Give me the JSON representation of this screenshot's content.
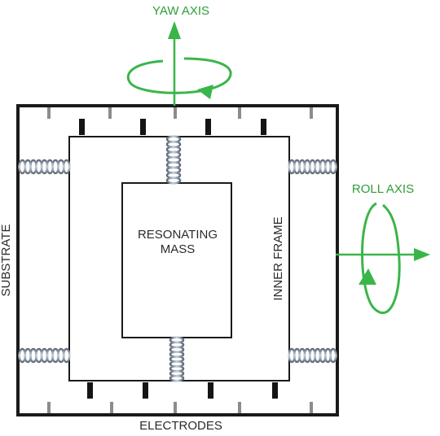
{
  "labels": {
    "yaw_axis": "YAW AXIS",
    "roll_axis": "ROLL AXIS",
    "substrate": "SUBSTRATE",
    "inner_frame": "INNER FRAME",
    "resonating_mass_line1": "RESONATING",
    "resonating_mass_line2": "MASS",
    "electrodes": "ELECTRODES"
  },
  "colors": {
    "axis": "#3ab54a",
    "outline": "#1a1a1a",
    "spring": "#8a96a6",
    "electrode_gray": "#8c8c8c",
    "electrode_black": "#141414"
  }
}
